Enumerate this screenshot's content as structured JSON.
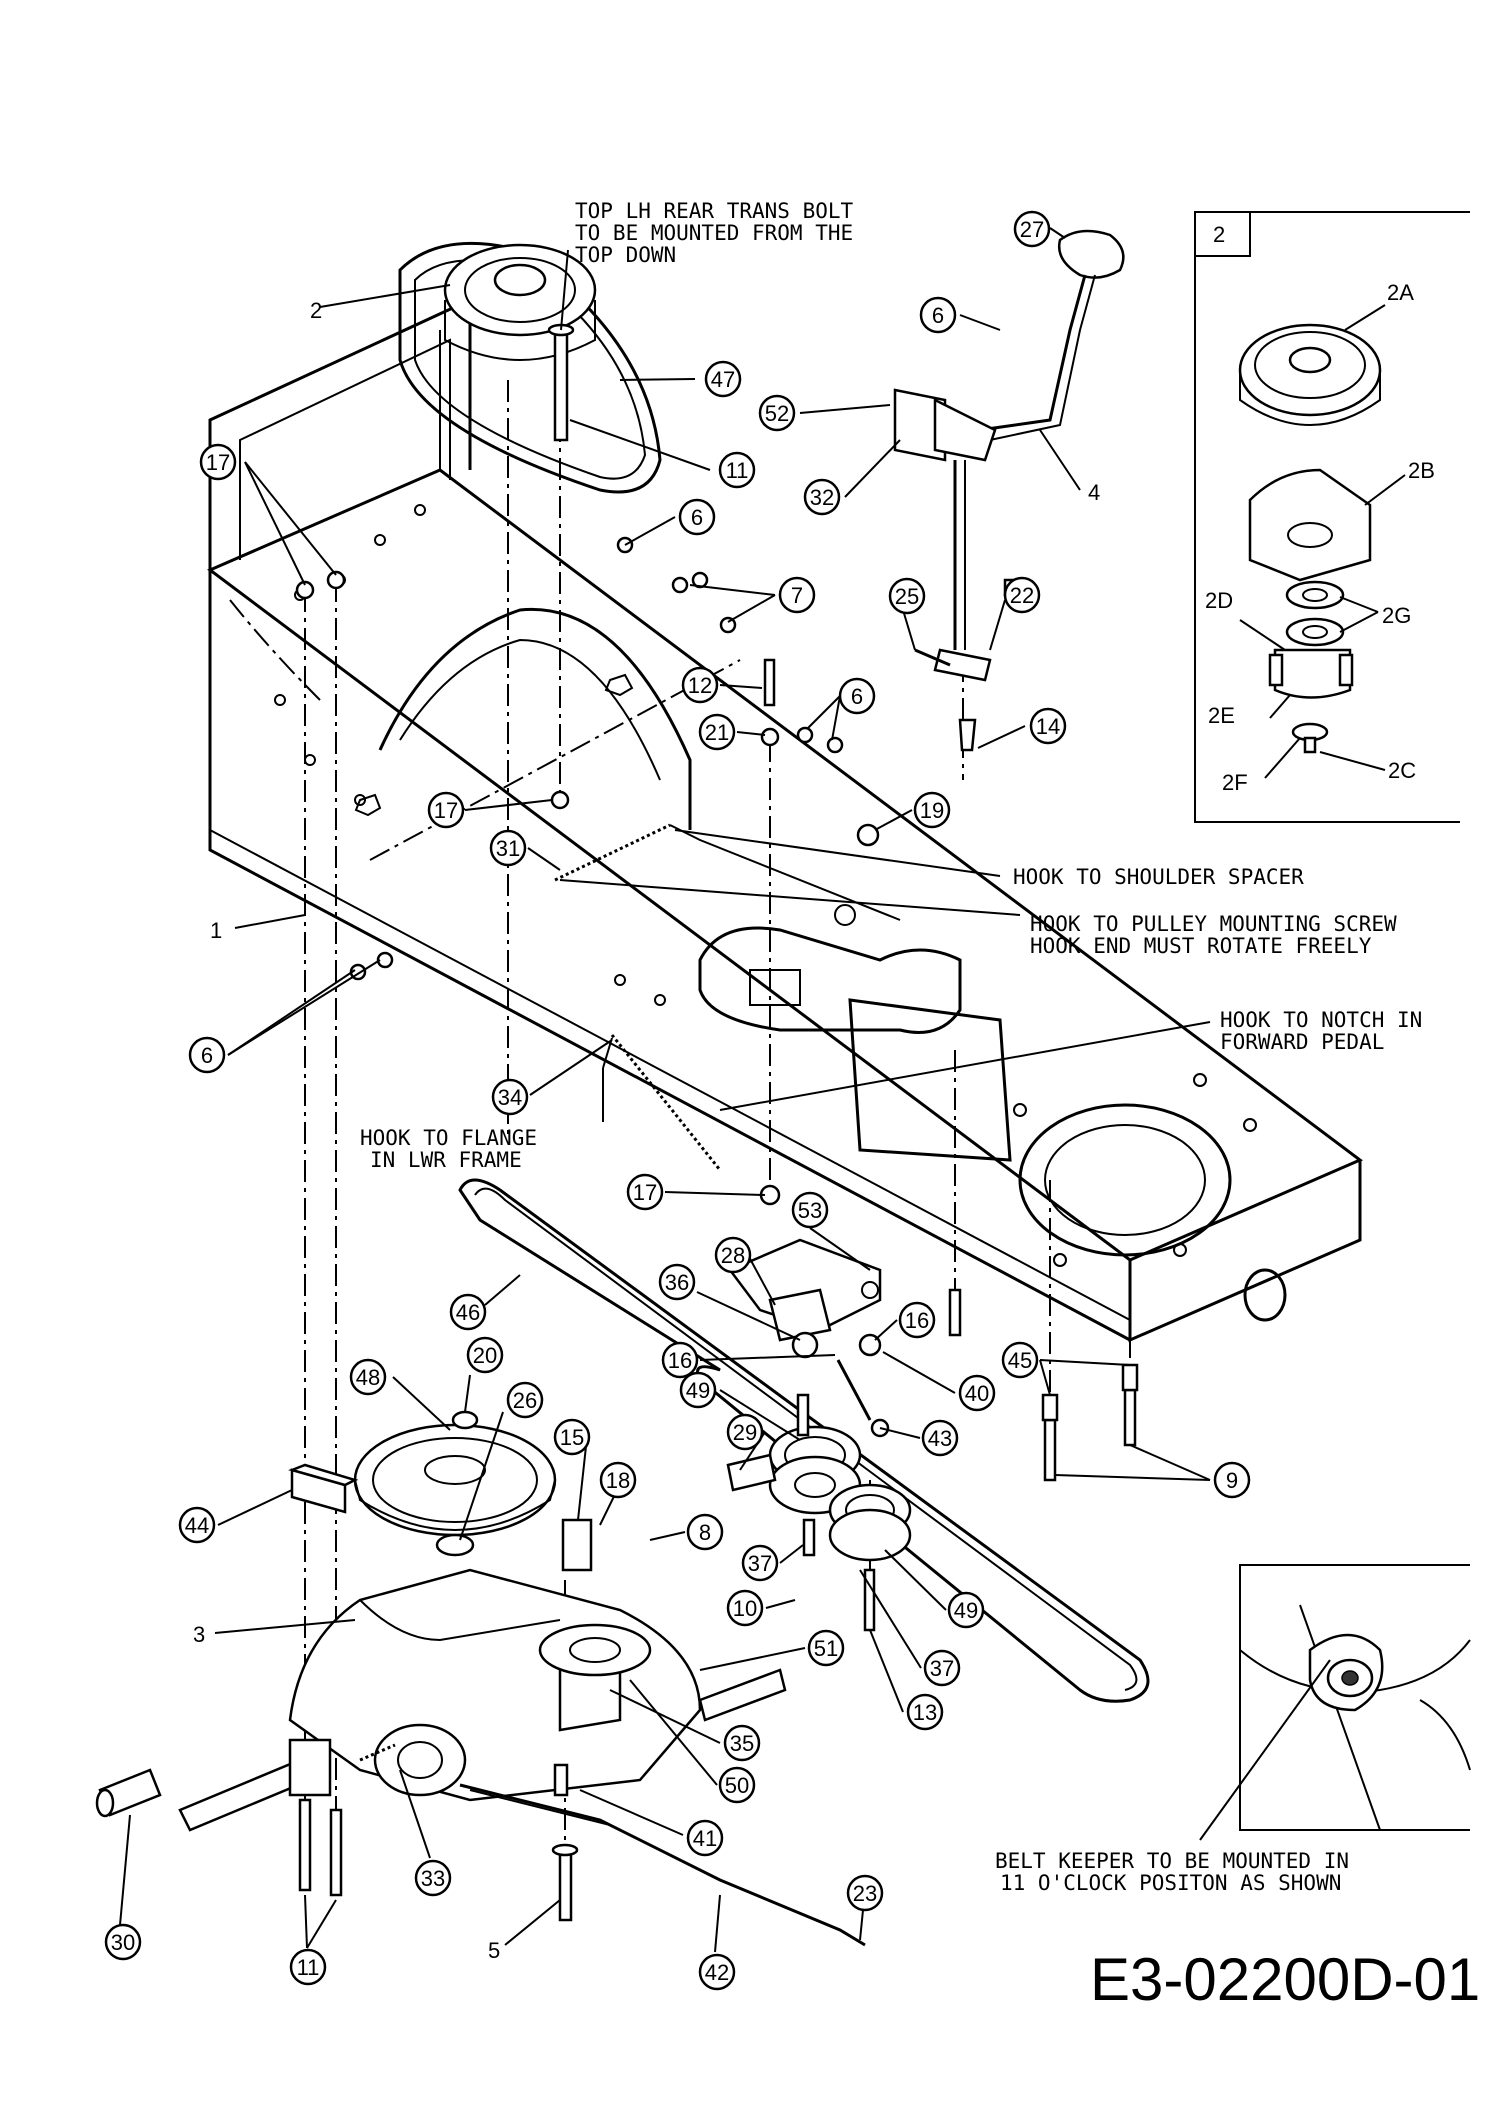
{
  "diagram_id": "E3-02200D-01",
  "inset_main_label": "2",
  "notes": {
    "top_lh_1": "TOP LH REAR TRANS BOLT",
    "top_lh_2": "TO BE MOUNTED FROM THE",
    "top_lh_3": "TOP DOWN",
    "hook_shoulder": "HOOK TO SHOULDER SPACER",
    "hook_pulley_1": "HOOK TO PULLEY MOUNTING SCREW",
    "hook_pulley_2": "HOOK END MUST ROTATE FREELY",
    "hook_notch_1": "HOOK TO NOTCH IN",
    "hook_notch_2": "FORWARD PEDAL",
    "hook_flange_1": "HOOK TO FLANGE",
    "hook_flange_2": "IN LWR FRAME",
    "belt_keeper_1": "BELT KEEPER TO BE MOUNTED IN",
    "belt_keeper_2": "11 O'CLOCK POSITON AS SHOWN"
  },
  "callouts": {
    "c27": "27",
    "c6a": "6",
    "c52": "52",
    "c32": "32",
    "c4": "4",
    "c17a": "17",
    "c2": "2",
    "c47": "47",
    "c11a": "11",
    "c6b": "6",
    "c7": "7",
    "c25": "25",
    "c22": "22",
    "c12": "12",
    "c6c": "6",
    "c21": "21",
    "c14": "14",
    "c17b": "17",
    "c19": "19",
    "c31": "31",
    "c1": "1",
    "c6d": "6",
    "c34": "34",
    "c17c": "17",
    "c53": "53",
    "c28": "28",
    "c36": "36",
    "c46": "46",
    "c16a": "16",
    "c16b": "16",
    "c40": "40",
    "c45": "45",
    "c20": "20",
    "c48": "48",
    "c26": "26",
    "c49a": "49",
    "c29": "29",
    "c43": "43",
    "c9": "9",
    "c15": "15",
    "c18": "18",
    "c8": "8",
    "c44": "44",
    "c37a": "37",
    "c10": "10",
    "c49b": "49",
    "c3": "3",
    "c51": "51",
    "c37b": "37",
    "c13": "13",
    "c35": "35",
    "c50": "50",
    "c41": "41",
    "c33": "33",
    "c30": "30",
    "c11b": "11",
    "c5": "5",
    "c23": "23",
    "c42": "42",
    "i2A": "2A",
    "i2B": "2B",
    "i2D": "2D",
    "i2G": "2G",
    "i2E": "2E",
    "i2F": "2F",
    "i2C": "2C"
  }
}
